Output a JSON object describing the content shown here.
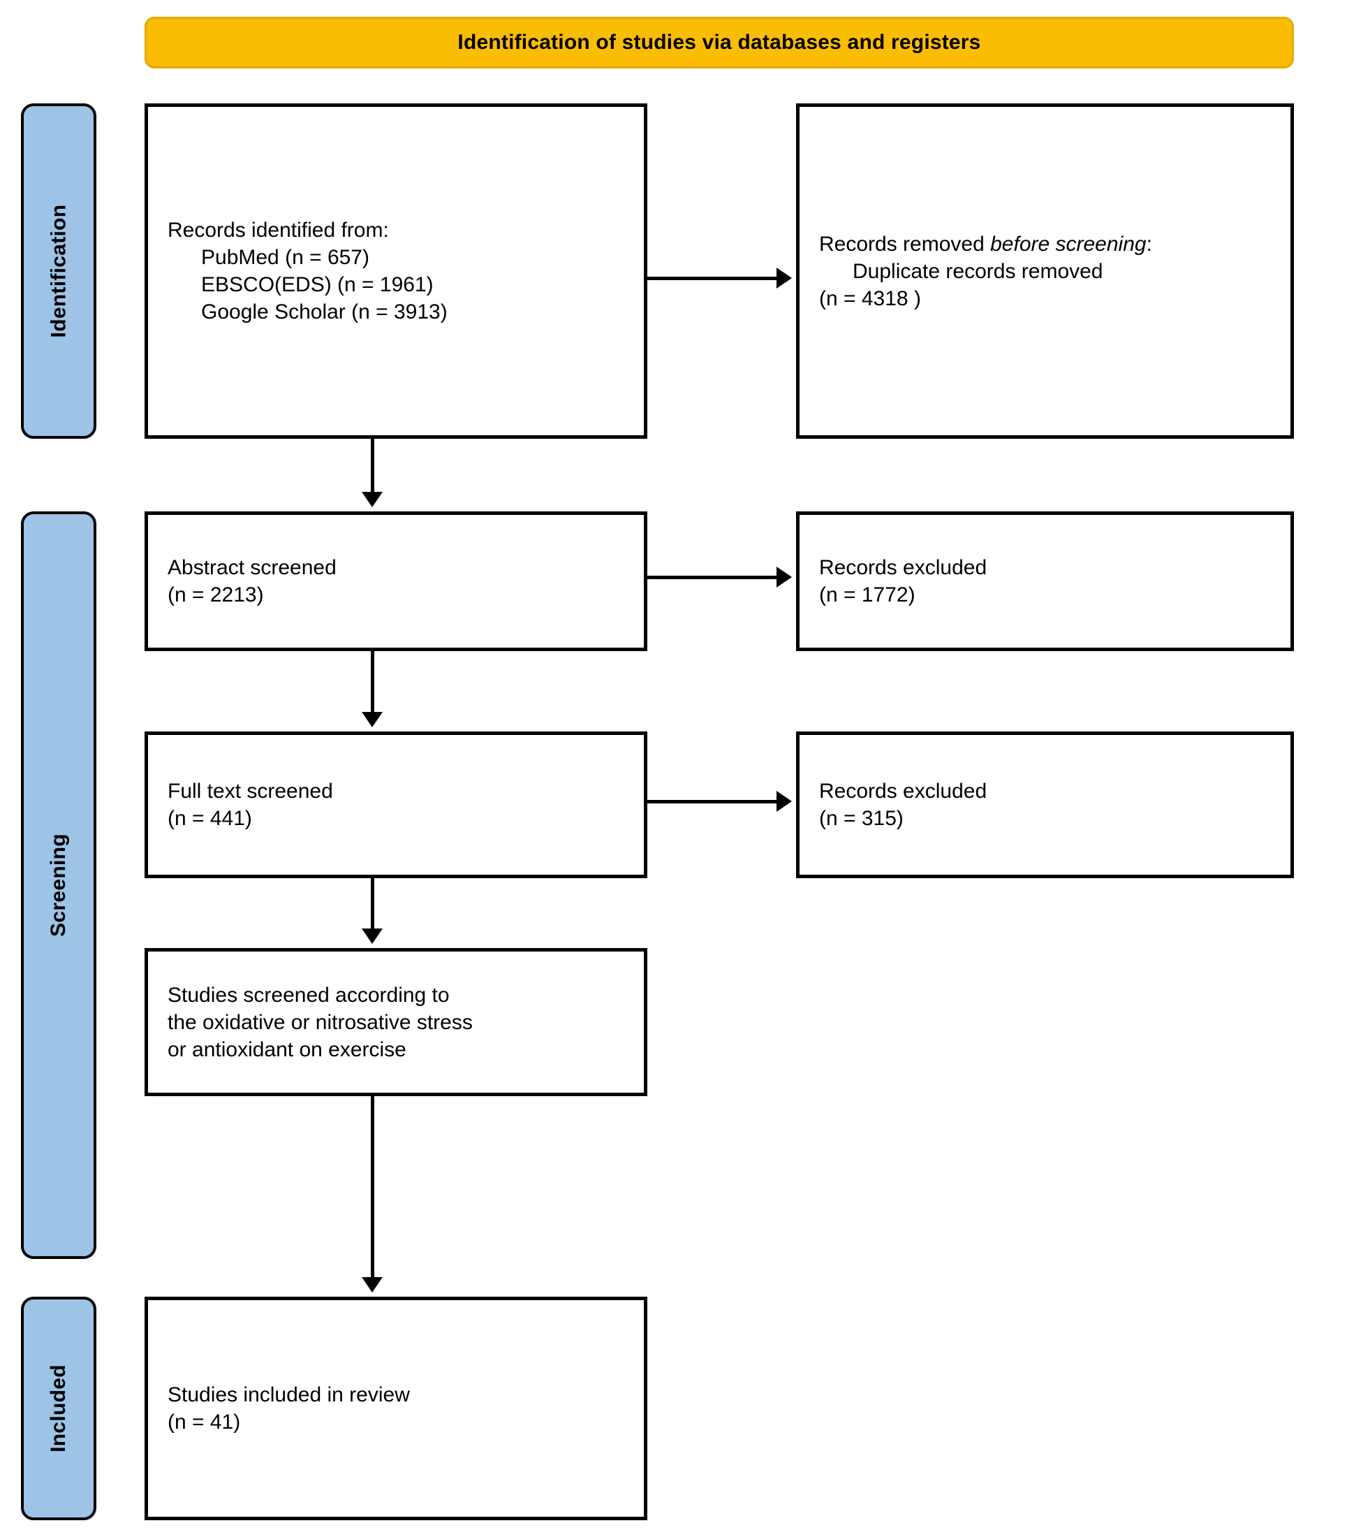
{
  "banner": {
    "title": "Identification of studies via databases and registers"
  },
  "stages": [
    {
      "id": "identification",
      "label": "Identification"
    },
    {
      "id": "screening",
      "label": "Screening"
    },
    {
      "id": "included",
      "label": "Included"
    }
  ],
  "boxes": {
    "identified": {
      "heading": "Records identified from:",
      "sources": [
        {
          "name": "PubMed",
          "count": 657,
          "line": "PubMed (n = 657)"
        },
        {
          "name": "EBSCO(EDS)",
          "count": 1961,
          "line": "EBSCO(EDS) (n = 1961)"
        },
        {
          "name": "Google Scholar",
          "count": 3913,
          "line": "Google Scholar (n = 3913)"
        }
      ]
    },
    "removed": {
      "heading_pre": "Records removed ",
      "heading_italic": "before screening",
      "heading_post": ":",
      "detail": "Duplicate records removed",
      "count_line": "(n = 4318 )",
      "count": 4318
    },
    "abstract": {
      "label": "Abstract screened",
      "count_line": "(n = 2213)",
      "count": 2213
    },
    "excluded_abstract": {
      "label": "Records excluded",
      "count_line": "(n = 1772)",
      "count": 1772
    },
    "fulltext": {
      "label": "Full text screened",
      "count_line": "(n = 441)",
      "count": 441
    },
    "excluded_fulltext": {
      "label": "Records excluded",
      "count_line": "(n = 315)",
      "count": 315
    },
    "criteria": {
      "line1": "Studies screened according to",
      "line2": "the oxidative or nitrosative stress",
      "line3": "or antioxidant on exercise"
    },
    "included": {
      "label": "Studies included in review",
      "count_line": "(n = 41)",
      "count": 41
    }
  },
  "colors": {
    "banner_fill": "#FBBC04",
    "rail_fill": "#9DC3E6",
    "box_border": "#000000",
    "box_fill": "#FFFFFF"
  }
}
